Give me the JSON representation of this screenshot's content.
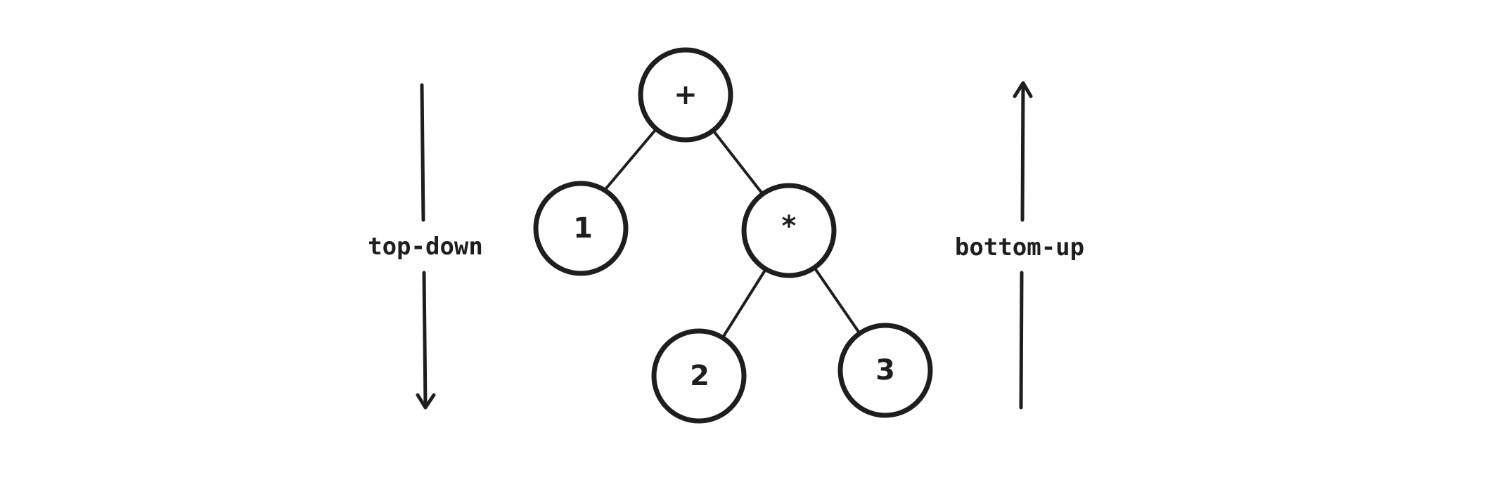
{
  "diagram": {
    "nodes": {
      "root": "+",
      "one": "1",
      "mult": "*",
      "two": "2",
      "three": "3"
    },
    "labels": {
      "left": "top-down",
      "right": "bottom-up"
    },
    "colors": {
      "stroke": "#1e1e1e",
      "background": "#ffffff"
    }
  }
}
